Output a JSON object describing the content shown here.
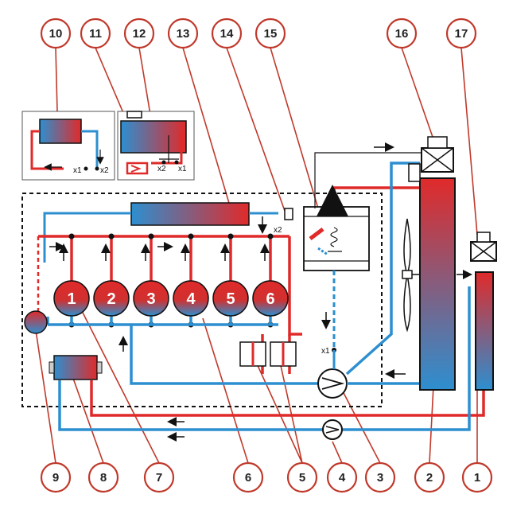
{
  "callouts": [
    "1",
    "2",
    "3",
    "4",
    "5",
    "6",
    "7",
    "8",
    "9",
    "10",
    "11",
    "12",
    "13",
    "14",
    "15",
    "16",
    "17"
  ],
  "cylinders": [
    "1",
    "2",
    "3",
    "4",
    "5",
    "6"
  ],
  "small_labels": {
    "x1": "x1",
    "x2": "x2"
  },
  "colors": {
    "hot": "#e02a2a",
    "cold": "#2d8fd0",
    "callout": "#c0392b",
    "line": "#111111"
  }
}
